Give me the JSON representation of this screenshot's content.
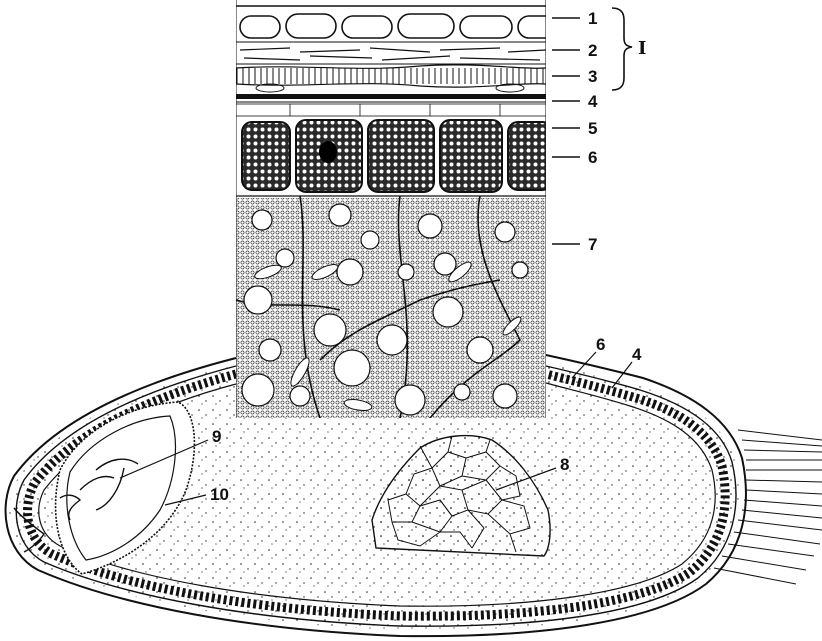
{
  "layer_labels": [
    "1",
    "2",
    "3",
    "4",
    "5",
    "6",
    "7"
  ],
  "group_label": "I",
  "grain_labels": {
    "lower_6": "6",
    "lower_4": "4",
    "label_8": "8",
    "label_9": "9",
    "label_10": "10"
  }
}
